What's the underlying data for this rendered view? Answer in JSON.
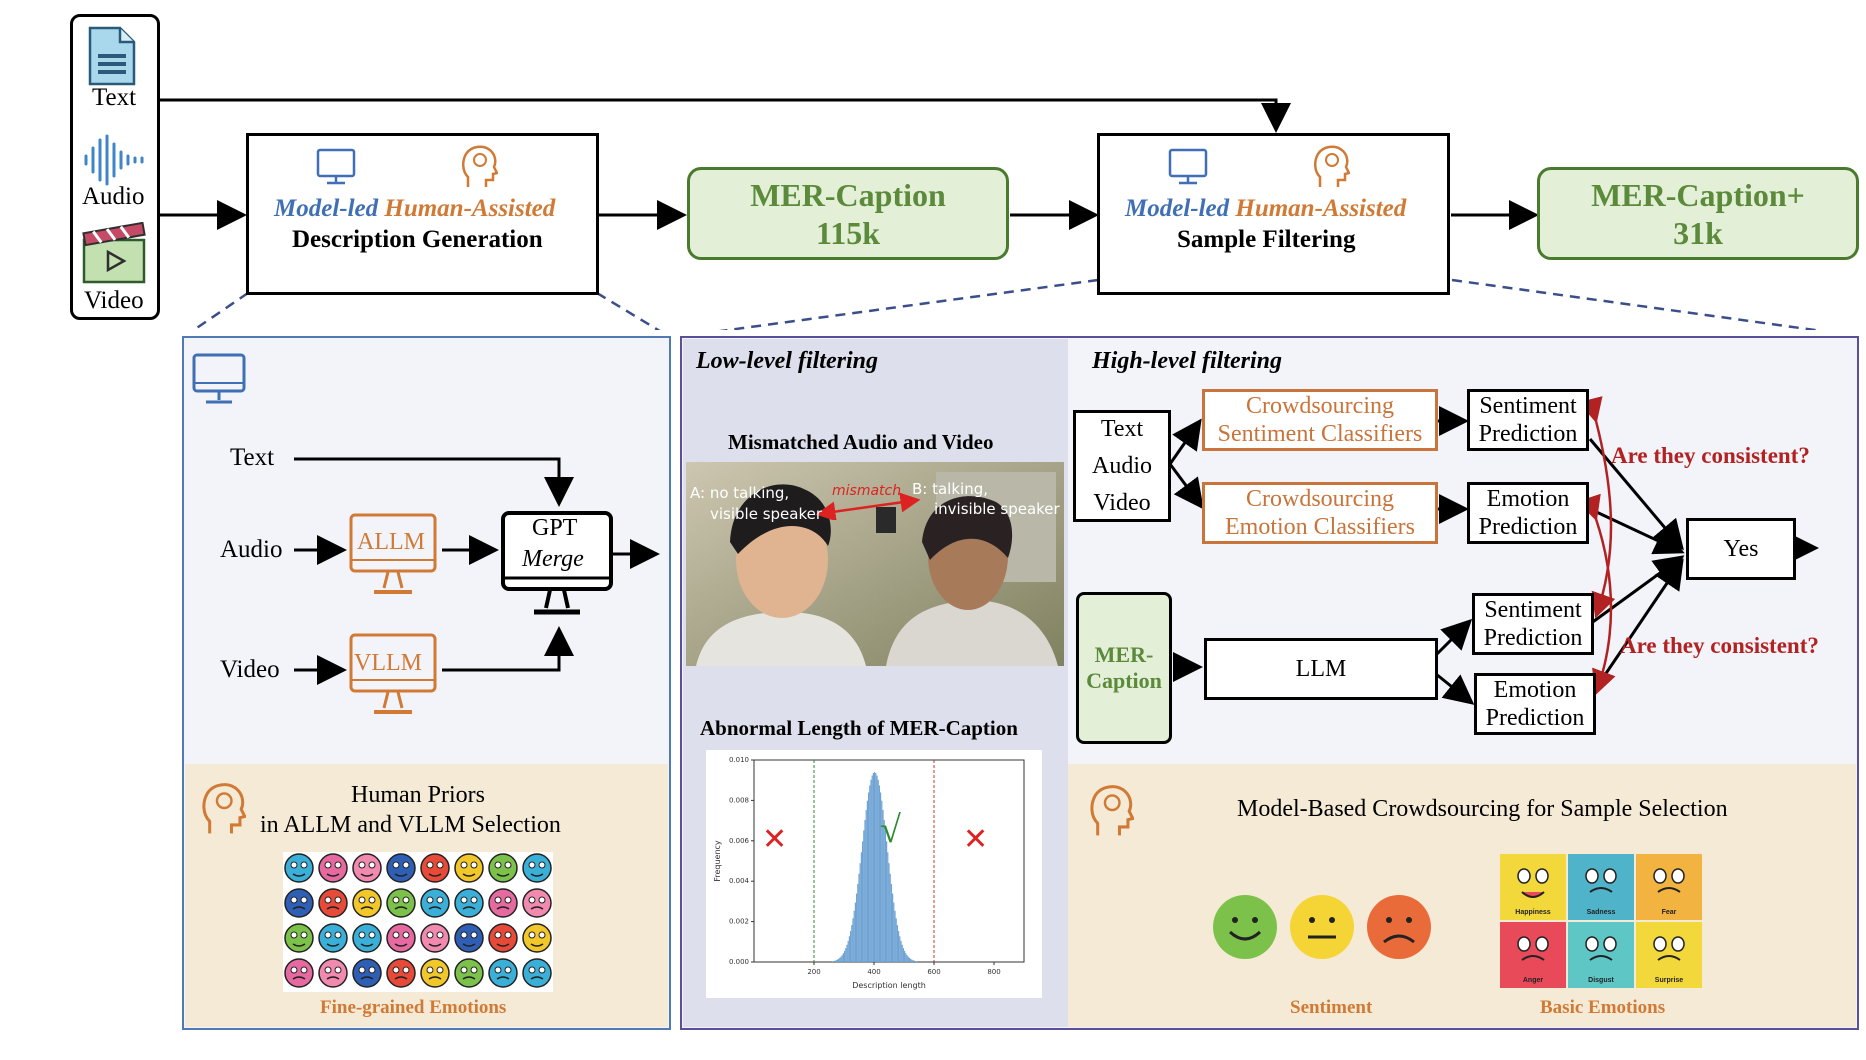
{
  "inputs": {
    "text": "Text",
    "audio": "Audio",
    "video": "Video"
  },
  "stage1": {
    "model_led": "Model-led",
    "human_assisted": "Human-Assisted",
    "title": "Description Generation"
  },
  "dataset1": {
    "name": "MER-Caption",
    "size": "115k"
  },
  "stage2": {
    "model_led": "Model-led",
    "human_assisted": "Human-Assisted",
    "title": "Sample Filtering"
  },
  "dataset2": {
    "name": "MER-Caption+",
    "size": "31k"
  },
  "left_panel": {
    "text": "Text",
    "audio": "Audio",
    "video": "Video",
    "allm": "ALLM",
    "vllm": "VLLM",
    "gpt": "GPT",
    "merge": "Merge",
    "priors_line1": "Human Priors",
    "priors_line2": "in ALLM and VLLM Selection",
    "fine_grained": "Fine-grained Emotions"
  },
  "low_level": {
    "title": "Low-level filtering",
    "mismatch_title": "Mismatched Audio and Video",
    "a_label_1": "A: no talking,",
    "a_label_2": "visible speaker",
    "mismatch": "mismatch",
    "b_label_1": "B: talking,",
    "b_label_2": "invisible speaker",
    "abnormal_title": "Abnormal Length of MER-Caption",
    "hist_ylabel": "Frequency",
    "hist_xlabel": "Description length",
    "x_mark": "✕",
    "check_mark": "√"
  },
  "high_level": {
    "title": "High-level filtering",
    "input_text": "Text",
    "input_audio": "Audio",
    "input_video": "Video",
    "crowd_sent_1": "Crowdsourcing",
    "crowd_sent_2": "Sentiment Classifiers",
    "crowd_emo_1": "Crowdsourcing",
    "crowd_emo_2": "Emotion Classifiers",
    "sent_pred_1": "Sentiment",
    "sent_pred_2": "Prediction",
    "emo_pred_1": "Emotion",
    "emo_pred_2": "Prediction",
    "consistent_q": "Are they consistent?",
    "yes": "Yes",
    "mer_caption_1": "MER-",
    "mer_caption_2": "Caption",
    "llm": "LLM",
    "crowd_title": "Model-Based Crowdsourcing for Sample Selection",
    "sentiment": "Sentiment",
    "basic_emotions": "Basic Emotions",
    "emo_cells": [
      "Happiness",
      "Sadness",
      "Fear",
      "Anger",
      "Disgust",
      "Surprise"
    ]
  },
  "chart_data": {
    "type": "bar",
    "xlabel": "Description length",
    "ylabel": "Frequency",
    "xlim": [
      0,
      900
    ],
    "ylim": [
      0,
      0.01
    ],
    "x_ticks": [
      "200",
      "400",
      "600",
      "800"
    ],
    "y_ticks": [
      "0.000",
      "0.002",
      "0.004",
      "0.006",
      "0.008",
      "0.010"
    ],
    "thresholds": [
      200,
      600
    ],
    "distribution": {
      "mean": 400,
      "std": 42,
      "peak": 0.0094
    }
  },
  "colors": {
    "blue": "#3f6fb5",
    "orange": "#d07a35",
    "green_text": "#5a8a3a",
    "red": "#b22222",
    "panel_bg": "#f2f4f9",
    "beige": "#f5ead6"
  }
}
